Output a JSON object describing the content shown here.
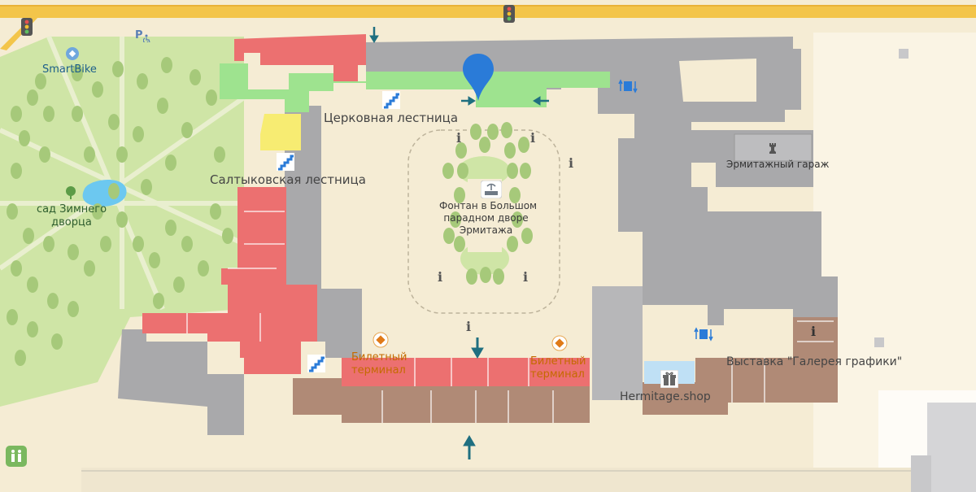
{
  "labels": {
    "church_stair": "Церковная лестница",
    "saltykov_stair": "Салтыковская лестница",
    "fountain": [
      "Фонтан в Большом",
      "парадном дворе",
      "Эрмитажа"
    ],
    "garden": [
      "сад Зимнего",
      "дворца"
    ],
    "smartbike": "SmartBike",
    "garage": "Эрмитажный гараж",
    "ticket_left": [
      "Билетный",
      "терминал"
    ],
    "ticket_right": [
      "Билетный",
      "терминал"
    ],
    "exhibition": "Выставка \"Галерея графики\"",
    "shop": "Hermitage.shop",
    "parking": "P"
  },
  "info_marker": "i",
  "colors": {
    "ground": "#f5ecd4",
    "park": "#cfe5a6",
    "tree": "#a6c97a",
    "building": "#a9a9ab",
    "building_top": "#bdbdbf",
    "red_zone": "#ec7070",
    "green_zone": "#9ee38f",
    "yellow_zone": "#f7ec72",
    "brown_zone": "#b08a76",
    "road": "#f3c54a",
    "blue_accent": "#2a7bd8",
    "arrow": "#1f6f80"
  },
  "icons": [
    "location-pin-icon",
    "entrance-arrow-icon",
    "elevator-icon",
    "stairs-icon",
    "ticket-icon",
    "gift-icon",
    "fountain-icon",
    "chess-rook-icon",
    "bike-icon",
    "tree-icon",
    "traffic-light-icon",
    "toilet-icon"
  ]
}
